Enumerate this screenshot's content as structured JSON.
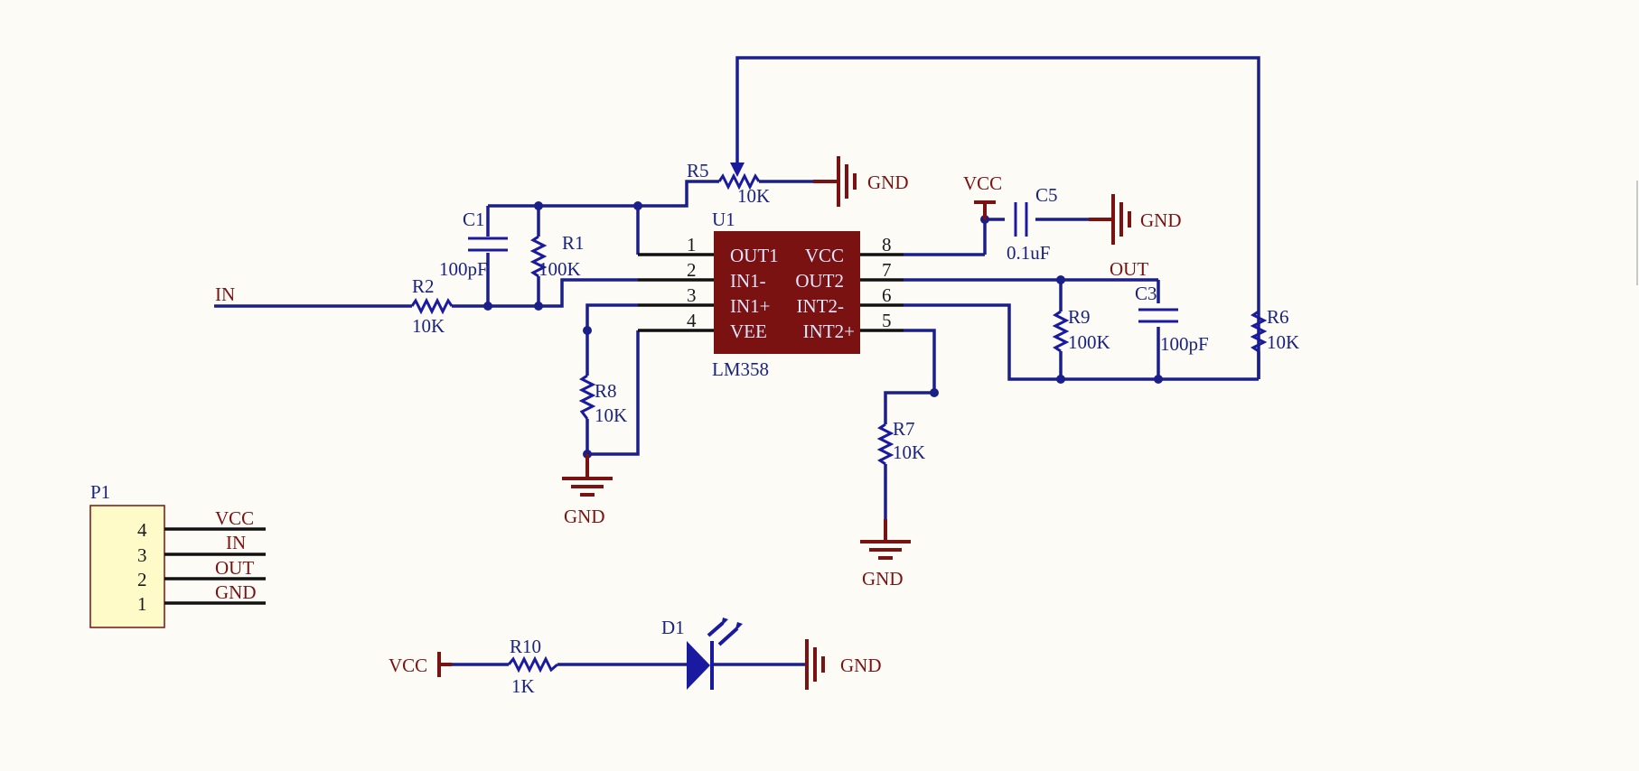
{
  "schematic": {
    "chip": {
      "ref": "U1",
      "part": "LM358",
      "pins_left": [
        {
          "num": "1",
          "name": "OUT1"
        },
        {
          "num": "2",
          "name": "IN1-"
        },
        {
          "num": "3",
          "name": "IN1+"
        },
        {
          "num": "4",
          "name": "VEE"
        }
      ],
      "pins_right": [
        {
          "num": "8",
          "name": "VCC"
        },
        {
          "num": "7",
          "name": "OUT2"
        },
        {
          "num": "6",
          "name": "INT2-"
        },
        {
          "num": "5",
          "name": "INT2+"
        }
      ],
      "fill_color": "#7a1212"
    },
    "components": {
      "c1": {
        "ref": "C1",
        "value": "100pF"
      },
      "r1": {
        "ref": "R1",
        "value": "100K"
      },
      "r2": {
        "ref": "R2",
        "value": "10K"
      },
      "r5": {
        "ref": "R5",
        "value": "10K"
      },
      "c5": {
        "ref": "C5",
        "value": "0.1uF"
      },
      "r9": {
        "ref": "R9",
        "value": "100K"
      },
      "c3": {
        "ref": "C3",
        "value": "100pF"
      },
      "r6": {
        "ref": "R6",
        "value": "10K"
      },
      "r8": {
        "ref": "R8",
        "value": "10K"
      },
      "r7": {
        "ref": "R7",
        "value": "10K"
      },
      "r10": {
        "ref": "R10",
        "value": "1K"
      },
      "d1": {
        "ref": "D1"
      }
    },
    "nets": {
      "in": "IN",
      "out": "OUT",
      "vcc_c5": "VCC",
      "vcc_led": "VCC",
      "gnd_r5": "GND",
      "gnd_c5": "GND",
      "gnd_r8": "GND",
      "gnd_r7": "GND",
      "gnd_led": "GND"
    },
    "connector": {
      "ref": "P1",
      "pins": [
        {
          "num": "4",
          "net": "VCC"
        },
        {
          "num": "3",
          "net": "IN"
        },
        {
          "num": "2",
          "net": "OUT"
        },
        {
          "num": "1",
          "net": "GND"
        }
      ]
    },
    "colors": {
      "wire": "#1b1f8a",
      "component": "#1a1aa0",
      "power": "#7a1212",
      "chip": "#7a1212",
      "connector_fill": "#fffbc8",
      "background": "#fdfbf6"
    }
  }
}
